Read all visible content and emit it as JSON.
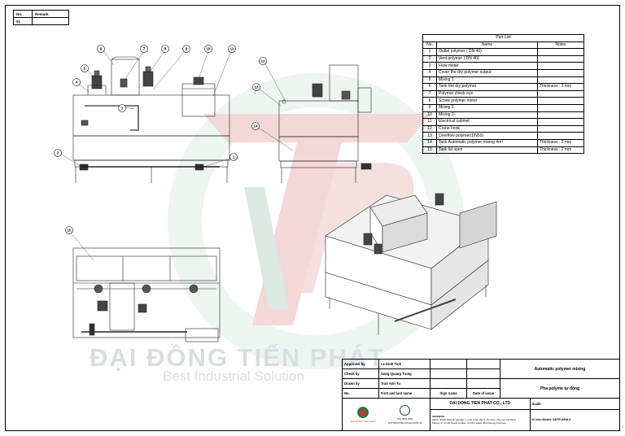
{
  "revision": {
    "col_no": "No.",
    "col_remark": "Remark",
    "row_no": "01",
    "row_remark": ""
  },
  "part_list": {
    "title": "Part List",
    "headers": [
      "No.",
      "Name",
      "Notes"
    ],
    "rows": [
      {
        "no": "1",
        "name": "Outlet polymer ( DN 40)",
        "notes": ""
      },
      {
        "no": "2",
        "name": "Vent polymer ( DN 40)",
        "notes": ""
      },
      {
        "no": "3",
        "name": "Flow meter",
        "notes": ""
      },
      {
        "no": "4",
        "name": "Cover the dry polymer output",
        "notes": ""
      },
      {
        "no": "5",
        "name": "Mixing 1",
        "notes": ""
      },
      {
        "no": "6",
        "name": "Tank the dry polymer",
        "notes": "Thickness : 3 mm"
      },
      {
        "no": "7",
        "name": "Polymer check eye",
        "notes": ""
      },
      {
        "no": "8",
        "name": "Screw polymer motor",
        "notes": ""
      },
      {
        "no": "9",
        "name": "Mixing 2",
        "notes": ""
      },
      {
        "no": "10",
        "name": "Mixing 3",
        "notes": ""
      },
      {
        "no": "11",
        "name": "Electrical cabinet",
        "notes": ""
      },
      {
        "no": "12",
        "name": "Crane hook",
        "notes": ""
      },
      {
        "no": "13",
        "name": "Overflow polymer(DN50)",
        "notes": ""
      },
      {
        "no": "14",
        "name": "Tank Automatic polymer mixing 4m³",
        "notes": "Thickness : 2 mm"
      },
      {
        "no": "15",
        "name": "Tank lid open",
        "notes": "Thickness : 2 mm"
      }
    ]
  },
  "callouts": {
    "front": [
      "6",
      "7",
      "8",
      "9",
      "10",
      "11",
      "5",
      "4",
      "3",
      "2",
      "1"
    ],
    "side": [
      "12",
      "13",
      "14"
    ],
    "top": [
      "15"
    ]
  },
  "watermark": {
    "company": "ĐẠI ĐỒNG TIẾN PHÁT",
    "slogan": "Best Industrial Solution"
  },
  "title_block": {
    "approved_label": "Approved by",
    "approved_name": "Le Dinh Tinh",
    "check_label": "Check by",
    "check_name": "Dang Quang Trung",
    "drawn_label": "Drawn by",
    "drawn_name": "Tran Anh Tu",
    "no_label": "No.",
    "first_last": "First and last name",
    "sign_name": "Sign name",
    "date_issue": "Date of issue",
    "project_en": "Automatic polymer mixing",
    "project_vi": "Pha polyme tự động",
    "company": "DAI DONG TIEN PHAT CO., LTD",
    "scale_label": "Scale:",
    "model": "Kí hiệu Model: DDTP-APM-4",
    "address_title": "ADDRESS:",
    "address_1": "Office: 30/10 Street8, Quarter 1, Linh Xuan Ward, Thu Duc, City, Ho Chi Minh.",
    "address_2": "Factory 2: 37-48 Thanh An Bac, An Phu Ward, Binh Duong Province.",
    "logo_caption": "ĐẠI ĐỒNG TIẾN PHÁT",
    "iso_caption": "ISO 9001:2015",
    "iso_sub": "QUY TRÌNH TIÊU CHUẨN QUỐC TẾ"
  }
}
